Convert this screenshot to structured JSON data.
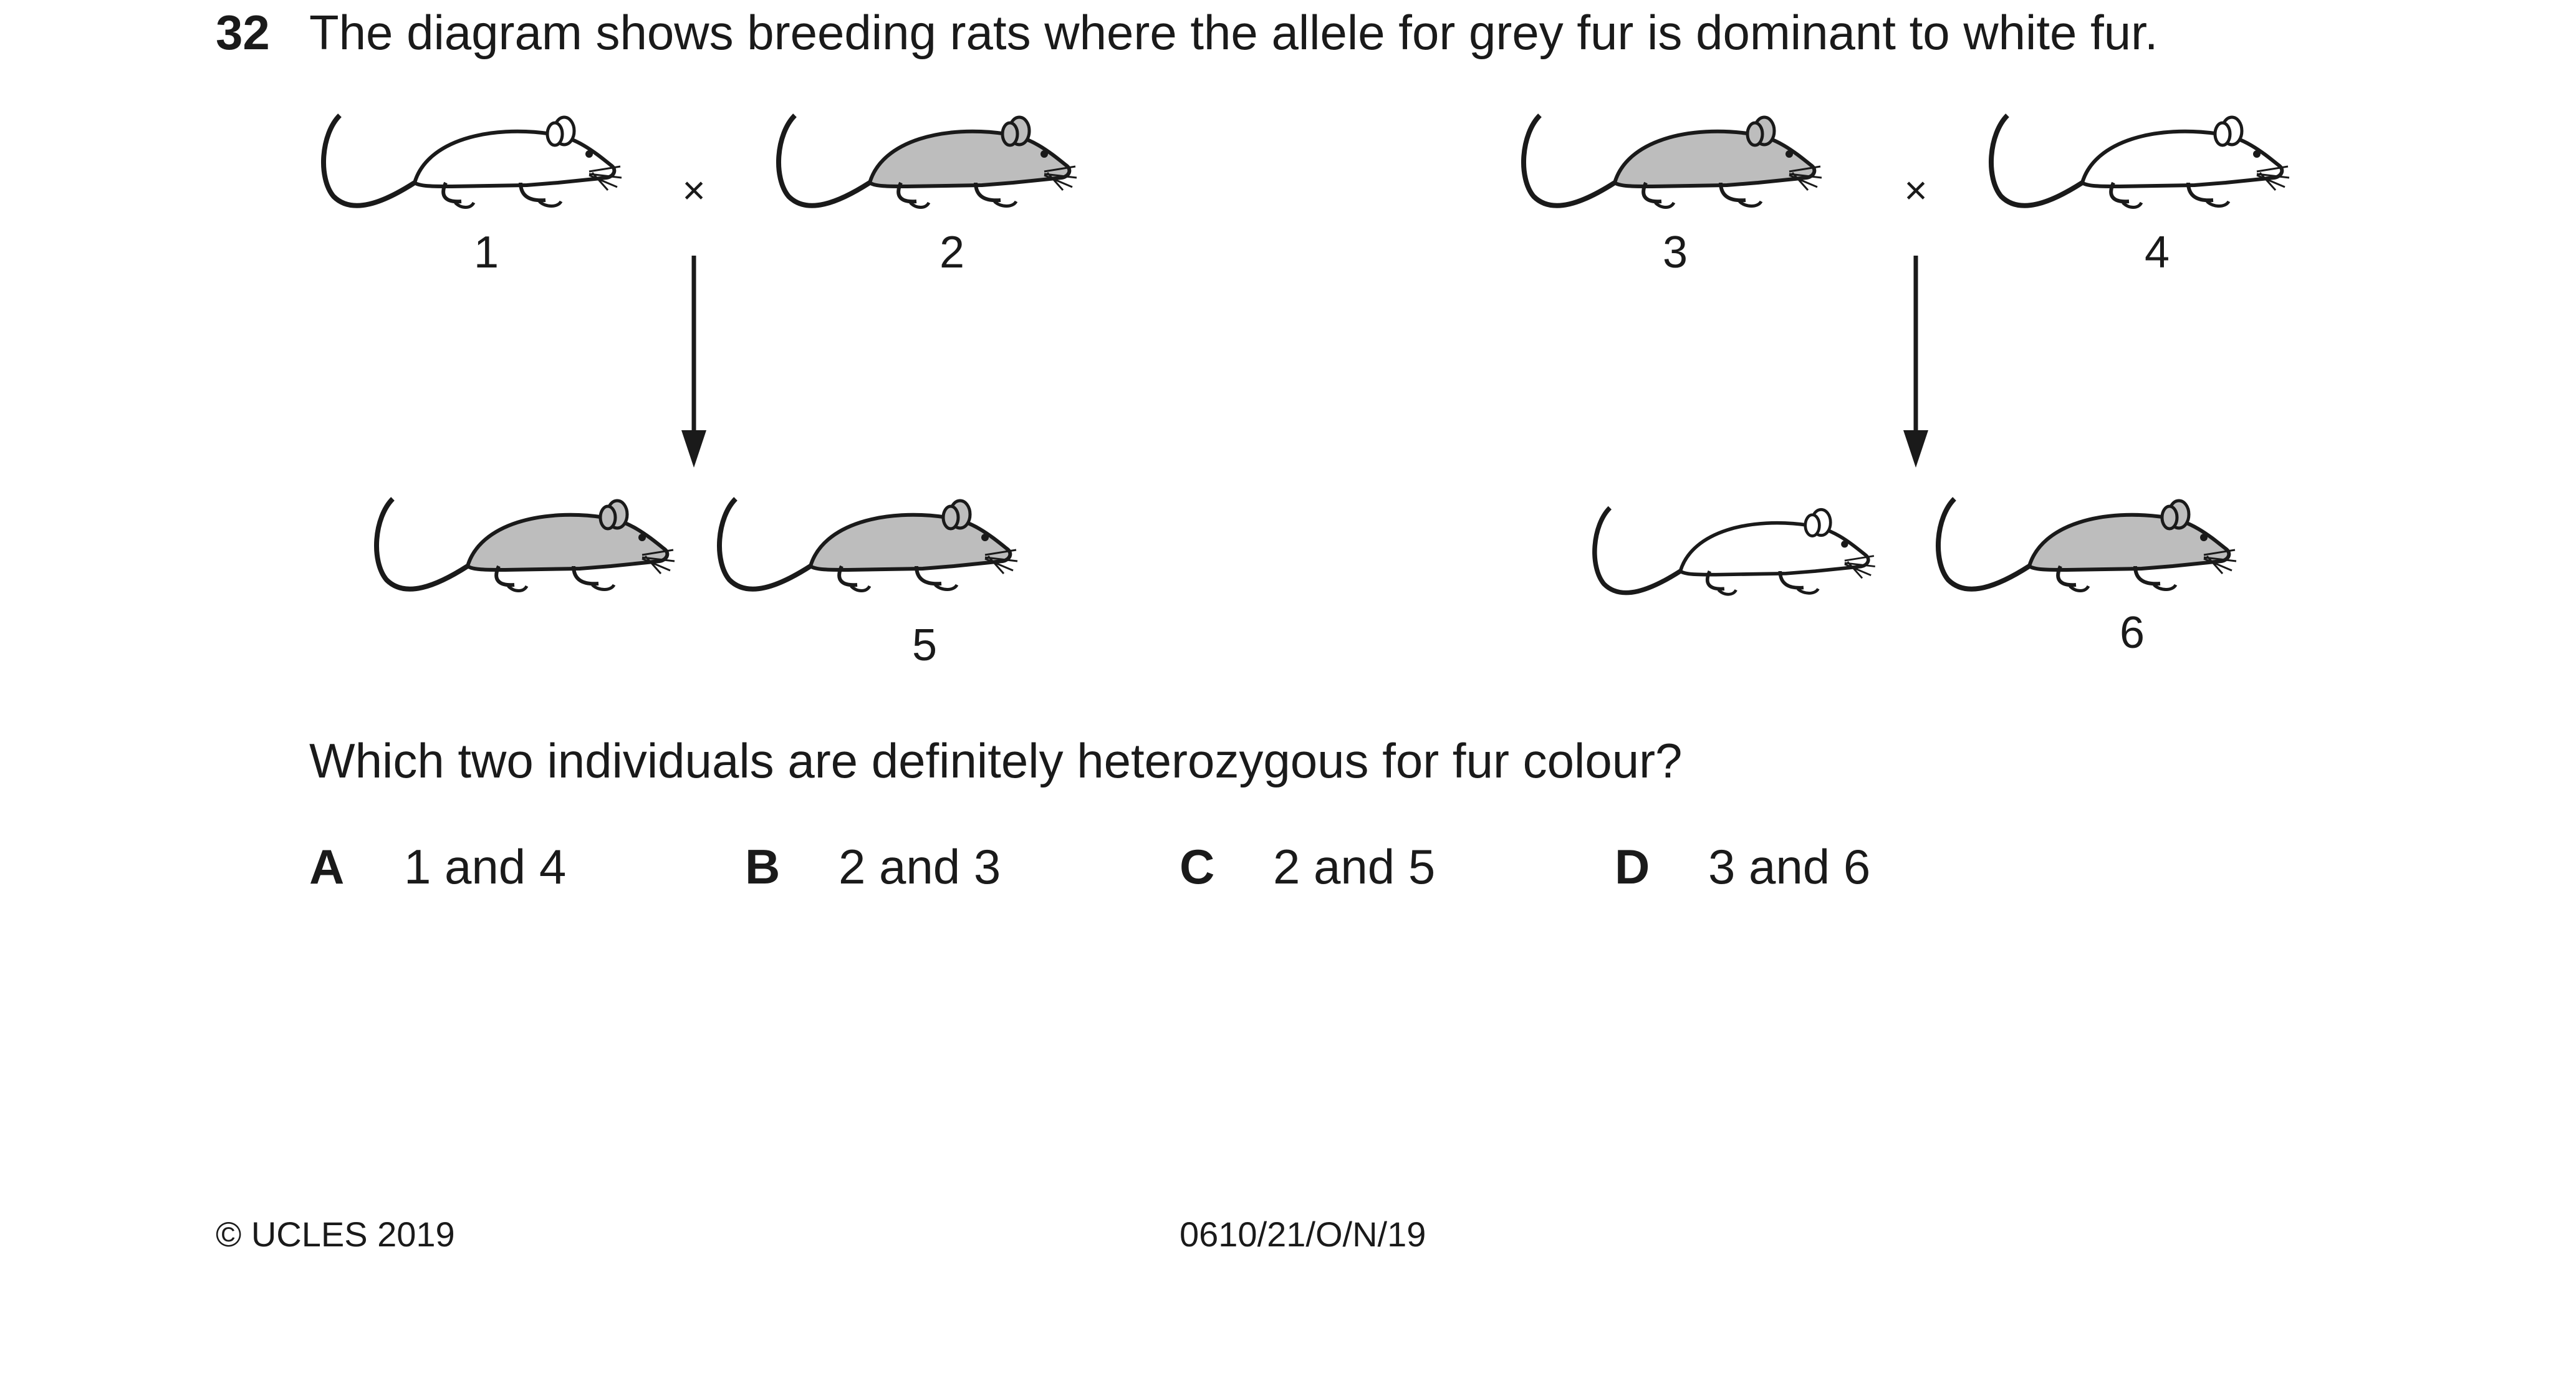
{
  "question": {
    "number": "32",
    "stem": "The diagram shows breeding rats where the allele for grey fur is dominant to white fur.",
    "prompt": "Which two individuals are definitely heterozygous for fur colour?"
  },
  "diagram": {
    "cross_symbol": "×",
    "labels": {
      "r1": "1",
      "r2": "2",
      "r3": "3",
      "r4": "4",
      "r5": "5",
      "r6": "6"
    },
    "colors": {
      "grey_fur": "#bdbdbd",
      "white_fur": "#ffffff",
      "outline": "#1a1a1a"
    }
  },
  "options": [
    {
      "letter": "A",
      "text": "1 and 4"
    },
    {
      "letter": "B",
      "text": "2 and 3"
    },
    {
      "letter": "C",
      "text": "2 and 5"
    },
    {
      "letter": "D",
      "text": "3 and 6"
    }
  ],
  "footer": {
    "copyright": "© UCLES 2019",
    "code": "0610/21/O/N/19"
  }
}
